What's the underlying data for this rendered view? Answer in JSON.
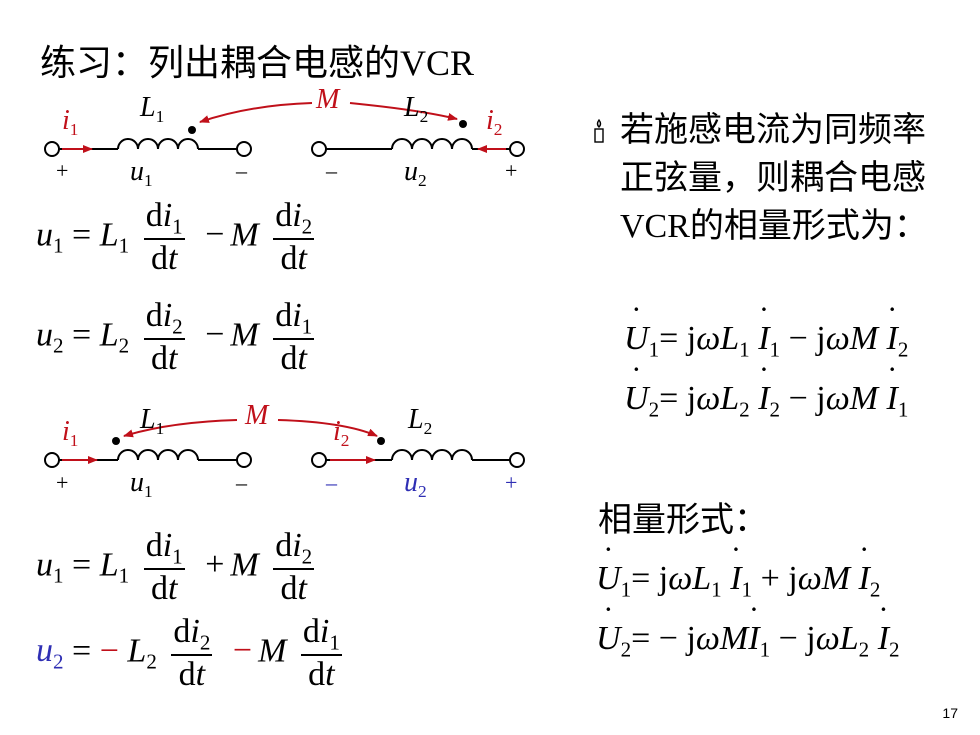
{
  "title": "练习：列出耦合电感的VCR",
  "bullet": "若施感电流为同频率正弦量，则耦合电感VCR的相量形式为：",
  "phasor_label": "相量形式：",
  "page_number": "17",
  "circuit1": {
    "i1": "i",
    "i1_sub": "1",
    "L1": "L",
    "L1_sub": "1",
    "M": "M",
    "L2": "L",
    "L2_sub": "2",
    "i2": "i",
    "i2_sub": "2",
    "plus_left": "+",
    "u1": "u",
    "u1_sub": "1",
    "minus_left": "–",
    "minus_right": "–",
    "u2": "u",
    "u2_sub": "2",
    "plus_right": "+"
  },
  "circuit2": {
    "i1": "i",
    "i1_sub": "1",
    "L1": "L",
    "L1_sub": "1",
    "M": "M",
    "i2": "i",
    "i2_sub": "2",
    "L2": "L",
    "L2_sub": "2",
    "plus_left": "+",
    "u1": "u",
    "u1_sub": "1",
    "minus_left": "–",
    "minus_right": "–",
    "u2": "u",
    "u2_sub": "2",
    "plus_right": "+"
  },
  "colors": {
    "red": "#c0101a",
    "blue": "#2f2fb4"
  }
}
